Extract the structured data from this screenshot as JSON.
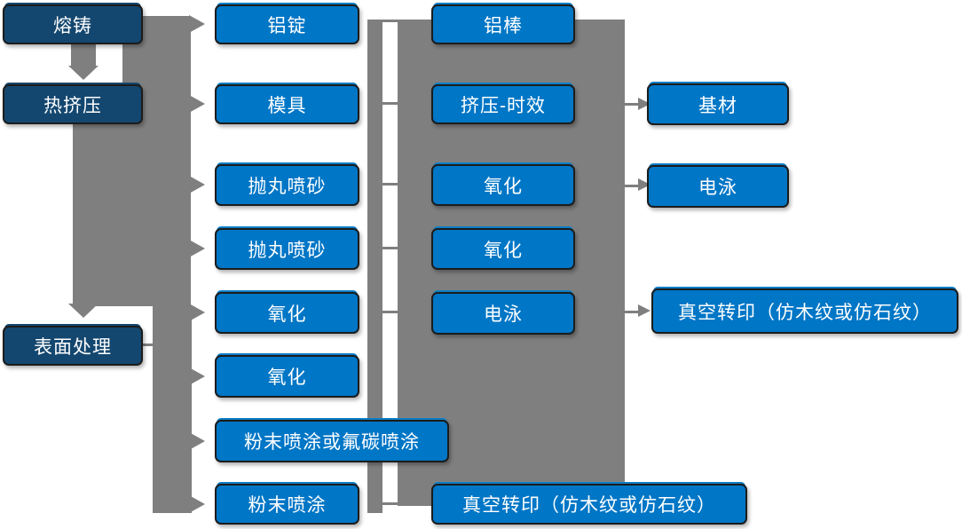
{
  "diagram_title": "",
  "colors": {
    "process_box": "#0076C6",
    "stage_box": "#14476F",
    "connector": "#7F7F7F",
    "box_text": "#FFFFFF",
    "background": "#FFFFFF"
  },
  "nodes": [
    {
      "label": "熔铸"
    },
    {
      "label": "热挤压"
    },
    {
      "label": "表面处理"
    },
    {
      "label": "铝锭"
    },
    {
      "label": "模具"
    },
    {
      "label": "抛丸喷砂"
    },
    {
      "label": "抛丸喷砂"
    },
    {
      "label": "氧化"
    },
    {
      "label": "氧化"
    },
    {
      "label": "粉末喷涂或氟碳喷涂"
    },
    {
      "label": "粉末喷涂"
    },
    {
      "label": "铝棒"
    },
    {
      "label": "挤压-时效"
    },
    {
      "label": "氧化"
    },
    {
      "label": "氧化"
    },
    {
      "label": "电泳"
    },
    {
      "label": "真空转印（仿木纹或仿石纹）"
    },
    {
      "label": "基材"
    },
    {
      "label": "电泳"
    },
    {
      "label": "真空转印（仿木纹或仿石纹）"
    }
  ],
  "edges": [
    {
      "from": "熔铸",
      "to": "热挤压"
    },
    {
      "from": "热挤压",
      "to": "表面处理"
    },
    {
      "from": "熔铸",
      "to": "铝锭"
    },
    {
      "from": "热挤压",
      "to": "模具"
    },
    {
      "from": "表面处理",
      "to": "抛丸喷砂"
    },
    {
      "from": "表面处理",
      "to": "氧化"
    },
    {
      "from": "表面处理",
      "to": "粉末喷涂或氟碳喷涂"
    },
    {
      "from": "表面处理",
      "to": "粉末喷涂"
    },
    {
      "from": "铝锭",
      "to": "铝棒"
    },
    {
      "from": "模具",
      "to": "挤压-时效"
    },
    {
      "from": "抛丸喷砂",
      "to": "氧化"
    },
    {
      "from": "氧化",
      "to": "电泳"
    },
    {
      "from": "挤压-时效",
      "to": "基材"
    },
    {
      "from": "氧化",
      "to": "电泳"
    },
    {
      "from": "电泳",
      "to": "真空转印（仿木纹或仿石纹）"
    },
    {
      "from": "粉末喷涂",
      "to": "真空转印（仿木纹或仿石纹）"
    }
  ]
}
